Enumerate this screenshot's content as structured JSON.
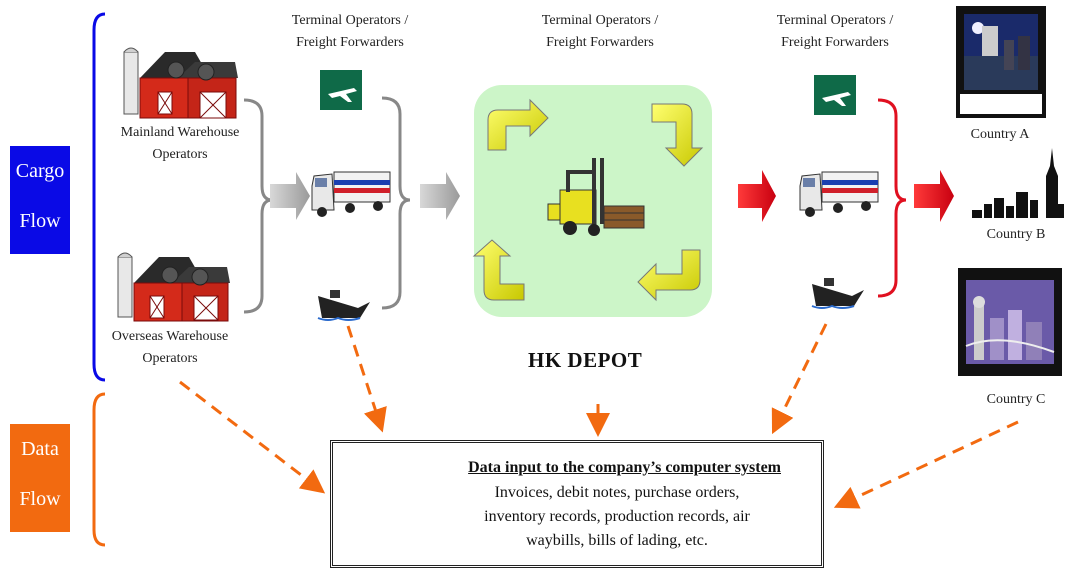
{
  "cargo_flow": {
    "line1": "Cargo",
    "line2": "Flow",
    "color": "#0a0ae6"
  },
  "data_flow": {
    "line1": "Data",
    "line2": "Flow",
    "color": "#f26a10"
  },
  "warehouses": {
    "mainland_line1": "Mainland Warehouse",
    "mainland_line2": "Operators",
    "overseas_line1": "Overseas Warehouse",
    "overseas_line2": "Operators"
  },
  "terminals": [
    {
      "line1": "Terminal Operators /",
      "line2": "Freight Forwarders"
    },
    {
      "line1": "Terminal Operators /",
      "line2": "Freight Forwarders"
    },
    {
      "line1": "Terminal Operators /",
      "line2": "Freight Forwarders"
    }
  ],
  "depot": {
    "title": "HK DEPOT",
    "bg_color": "#ccf5c8"
  },
  "countries": [
    "Country A",
    "Country B",
    "Country C"
  ],
  "data_box": {
    "title": "Data input to the company’s computer system",
    "line1": "Invoices, debit notes, purchase orders,",
    "line2": "inventory records, production records, air",
    "line3": "waybills, bills of lading, etc."
  },
  "colors": {
    "grey_arrow": "#a9a9a9",
    "red_arrow": "#e01020",
    "dashed_arrow": "#f26a10",
    "circular_arrow": "#e8e820"
  }
}
